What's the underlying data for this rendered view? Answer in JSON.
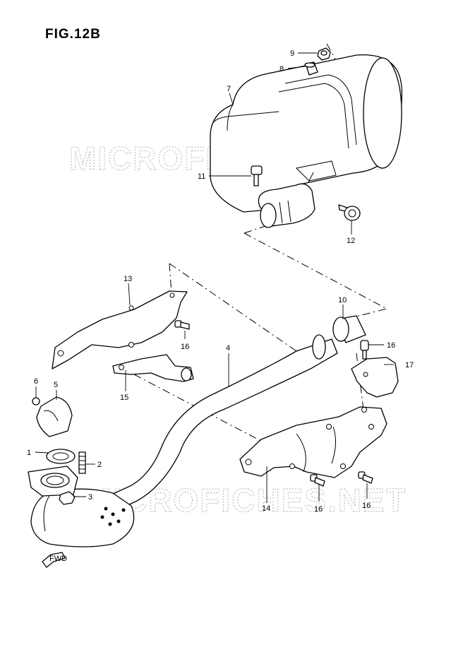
{
  "figure": {
    "title": "FIG.12B",
    "watermark": "MICROFICHES.NET",
    "direction_label": "FWD"
  },
  "callouts": [
    {
      "id": "c1",
      "label": "1",
      "part": "gasket"
    },
    {
      "id": "c2",
      "label": "2",
      "part": "stud"
    },
    {
      "id": "c3",
      "label": "3",
      "part": "nut"
    },
    {
      "id": "c4",
      "label": "4",
      "part": "exhaust pipe"
    },
    {
      "id": "c5",
      "label": "5",
      "part": "pipe cover"
    },
    {
      "id": "c6",
      "label": "6",
      "part": "screw"
    },
    {
      "id": "c7",
      "label": "7",
      "part": "muffler"
    },
    {
      "id": "c8",
      "label": "8",
      "part": "cushion"
    },
    {
      "id": "c9",
      "label": "9",
      "part": "nut"
    },
    {
      "id": "c10",
      "label": "10",
      "part": "gasket"
    },
    {
      "id": "c11",
      "label": "11",
      "part": "bolt"
    },
    {
      "id": "c12",
      "label": "12",
      "part": "bolt"
    },
    {
      "id": "c13",
      "label": "13",
      "part": "protector"
    },
    {
      "id": "c14",
      "label": "14",
      "part": "protector"
    },
    {
      "id": "c15",
      "label": "15",
      "part": "bracket"
    },
    {
      "id": "c16a",
      "label": "16",
      "part": "screw"
    },
    {
      "id": "c16b",
      "label": "16",
      "part": "screw"
    },
    {
      "id": "c16c",
      "label": "16",
      "part": "screw"
    },
    {
      "id": "c16d",
      "label": "16",
      "part": "screw"
    },
    {
      "id": "c17",
      "label": "17",
      "part": "protector"
    }
  ]
}
